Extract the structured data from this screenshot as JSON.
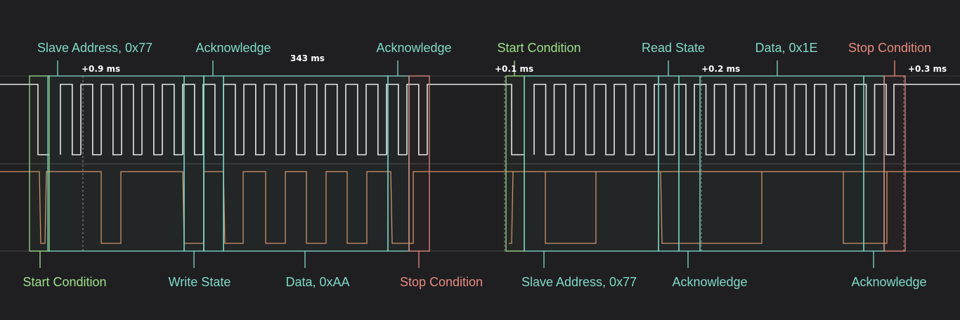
{
  "colors": {
    "background": "#1f1f21",
    "grid": "#3a3a3d",
    "scl": "#e8e8e8",
    "sda": "#e69c6f",
    "start": "#9fe08a",
    "state": "#7fd9c8",
    "stop": "#e88a80",
    "time_marker": "#8a8a8a",
    "timestamp": "#ffffff"
  },
  "timestamps": [
    "+0.9 ms",
    "343 ms",
    "+0.1 ms",
    "+0.2 ms",
    "+0.3 ms"
  ],
  "annotations": {
    "top": [
      {
        "text": "Slave Address, 0x77",
        "kind": "state"
      },
      {
        "text": "Acknowledge",
        "kind": "state"
      },
      {
        "text": "Acknowledge",
        "kind": "state"
      },
      {
        "text": "Start Condition",
        "kind": "start"
      },
      {
        "text": "Read State",
        "kind": "state"
      },
      {
        "text": "Data, 0x1E",
        "kind": "state"
      },
      {
        "text": "Stop Condition",
        "kind": "stop"
      }
    ],
    "bottom": [
      {
        "text": "Start Condition",
        "kind": "start"
      },
      {
        "text": "Write State",
        "kind": "state"
      },
      {
        "text": "Data, 0xAA",
        "kind": "state"
      },
      {
        "text": "Stop Condition",
        "kind": "stop"
      },
      {
        "text": "Slave Address, 0x77",
        "kind": "state"
      },
      {
        "text": "Acknowledge",
        "kind": "state"
      },
      {
        "text": "Acknowledge",
        "kind": "state"
      }
    ]
  }
}
